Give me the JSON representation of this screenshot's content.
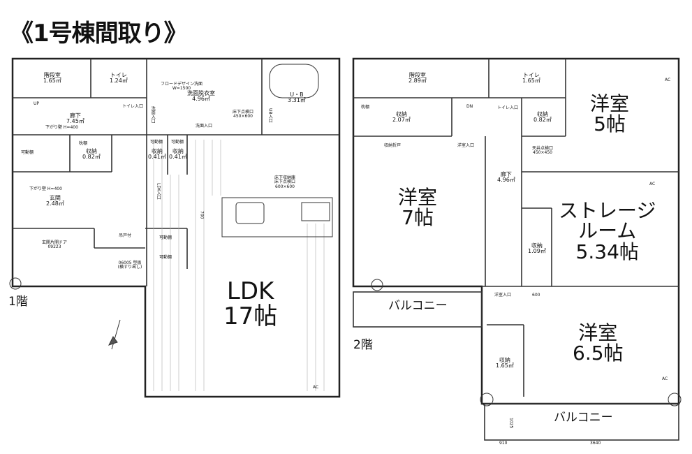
{
  "title": "《1号棟間取り》",
  "floor1": {
    "label": "1階",
    "rooms": {
      "stair": {
        "name": "階段室",
        "area": "1.65㎡"
      },
      "toilet": {
        "name": "トイレ",
        "area": "1.24㎡"
      },
      "washroom": {
        "name": "洗面脱衣室",
        "area": "4.96㎡"
      },
      "bath": {
        "name": "U・B",
        "area": "3.31㎡"
      },
      "hall": {
        "name": "廊下",
        "area": "7.45㎡"
      },
      "storage1": {
        "name": "収納",
        "area": "0.82㎡"
      },
      "storage2": {
        "name": "収納",
        "area": "0.41㎡"
      },
      "storage3": {
        "name": "収納",
        "area": "0.41㎡"
      },
      "entrance": {
        "name": "玄関",
        "area": "2.48㎡"
      },
      "ldk": {
        "name": "LDK",
        "size": "17帖"
      }
    },
    "notes": {
      "up": "UP",
      "toilet_door": "トイレ入口",
      "wash_door": "洗面入口",
      "wash_door2": "洗面入口",
      "ub_door": "UB入口",
      "ldk_door": "LDK入口",
      "sagari1": "下がり壁 H=400",
      "sagari2": "下がり壁 H=400",
      "kadodana1": "可動棚",
      "kadodana2": "可動棚",
      "kadodana3": "可動棚",
      "kadodana4": "可動棚",
      "kadodana5": "可動棚",
      "makuradana": "枕棚",
      "vanity": "フロードデザイン洗面 W=1500",
      "floor_check": "床下点検口 450×600",
      "floor_storage": "床下収納庫 床下点検口 600×600",
      "door_type": "玄関片開ドア 09223",
      "hanging": "吊戸付",
      "window": "06005 型板 (横すり出し)",
      "dim700": "700",
      "ac": "AC"
    }
  },
  "floor2": {
    "label": "2階",
    "rooms": {
      "stair": {
        "name": "階段室",
        "area": "2.89㎡"
      },
      "toilet": {
        "name": "トイレ",
        "area": "1.65㎡"
      },
      "storage_a": {
        "name": "収納",
        "area": "2.07㎡"
      },
      "storage_b": {
        "name": "収納",
        "area": "0.82㎡"
      },
      "storage_c": {
        "name": "収納",
        "area": "1.09㎡"
      },
      "storage_d": {
        "name": "収納",
        "area": "1.65㎡"
      },
      "hall": {
        "name": "廊下",
        "area": "4.96㎡"
      },
      "room5": {
        "name": "洋室",
        "size": "5帖"
      },
      "room7": {
        "name": "洋室",
        "size": "7帖"
      },
      "storage_room": {
        "name1": "ストレージ",
        "name2": "ルーム",
        "size": "5.34帖"
      },
      "room65": {
        "name": "洋室",
        "size": "6.5帖"
      },
      "balcony1": "バルコニー",
      "balcony2": "バルコニー"
    },
    "notes": {
      "dn": "DN",
      "toilet_door": "トイレ入口",
      "room_door": "洋室入口",
      "room_door2": "洋室入口",
      "closet_door": "収納折戸",
      "makuradana": "枕棚",
      "ceiling_check": "天井点検口 450×450",
      "ac1": "AC",
      "ac2": "AC",
      "ac3": "AC",
      "dim600": "600",
      "dim910": "910",
      "dim3640": "3640",
      "dim1025": "1025"
    }
  }
}
